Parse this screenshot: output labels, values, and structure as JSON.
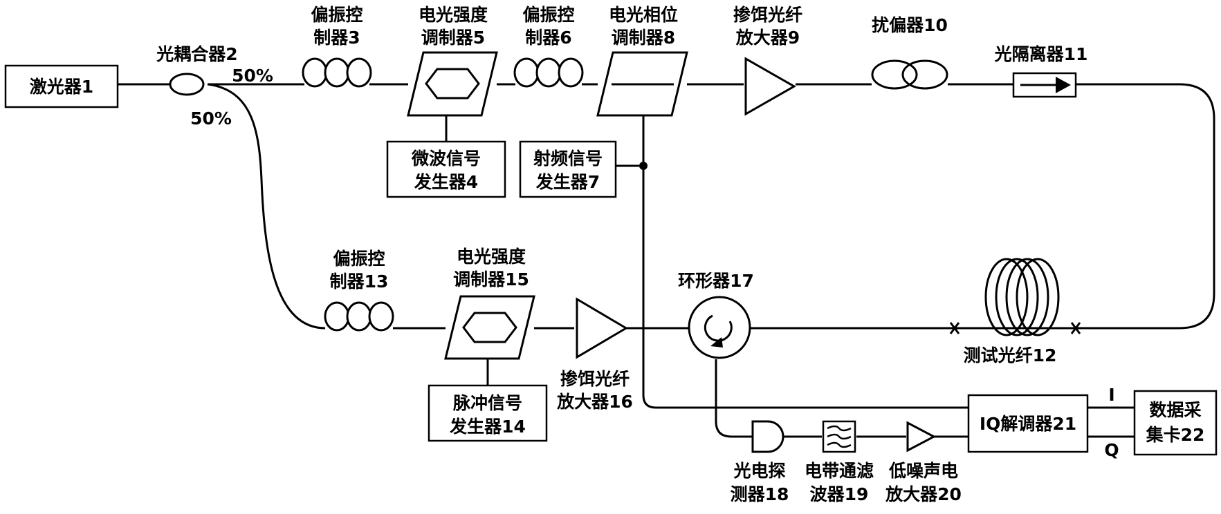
{
  "labels": {
    "laser": "激光器1",
    "coupler": "光耦合器2",
    "split_top": "50%",
    "split_bottom": "50%",
    "pc3": [
      "偏振控",
      "制器3"
    ],
    "eom5": [
      "电光强度",
      "调制器5"
    ],
    "mw4": [
      "微波信号",
      "发生器4"
    ],
    "pc6": [
      "偏振控",
      "制器6"
    ],
    "eopm8": [
      "电光相位",
      "调制器8"
    ],
    "rf7": [
      "射频信号",
      "发生器7"
    ],
    "edfa9": [
      "掺饵光纤",
      "放大器9"
    ],
    "scrambler10": "扰偏器10",
    "isolator11": "光隔离器11",
    "fiber12": "测试光纤12",
    "pc13": [
      "偏振控",
      "制器13"
    ],
    "eom15": [
      "电光强度",
      "调制器15"
    ],
    "pulse14": [
      "脉冲信号",
      "发生器14"
    ],
    "edfa16": [
      "掺饵光纤",
      "放大器16"
    ],
    "circ17": "环形器17",
    "pd18": [
      "光电探",
      "测器18"
    ],
    "bpf19": [
      "电带通滤",
      "波器19"
    ],
    "lna20": [
      "低噪声电",
      "放大器20"
    ],
    "iq21": "IQ解调器21",
    "daq22": [
      "数据采",
      "集卡22"
    ],
    "port_i": "I",
    "port_q": "Q"
  }
}
